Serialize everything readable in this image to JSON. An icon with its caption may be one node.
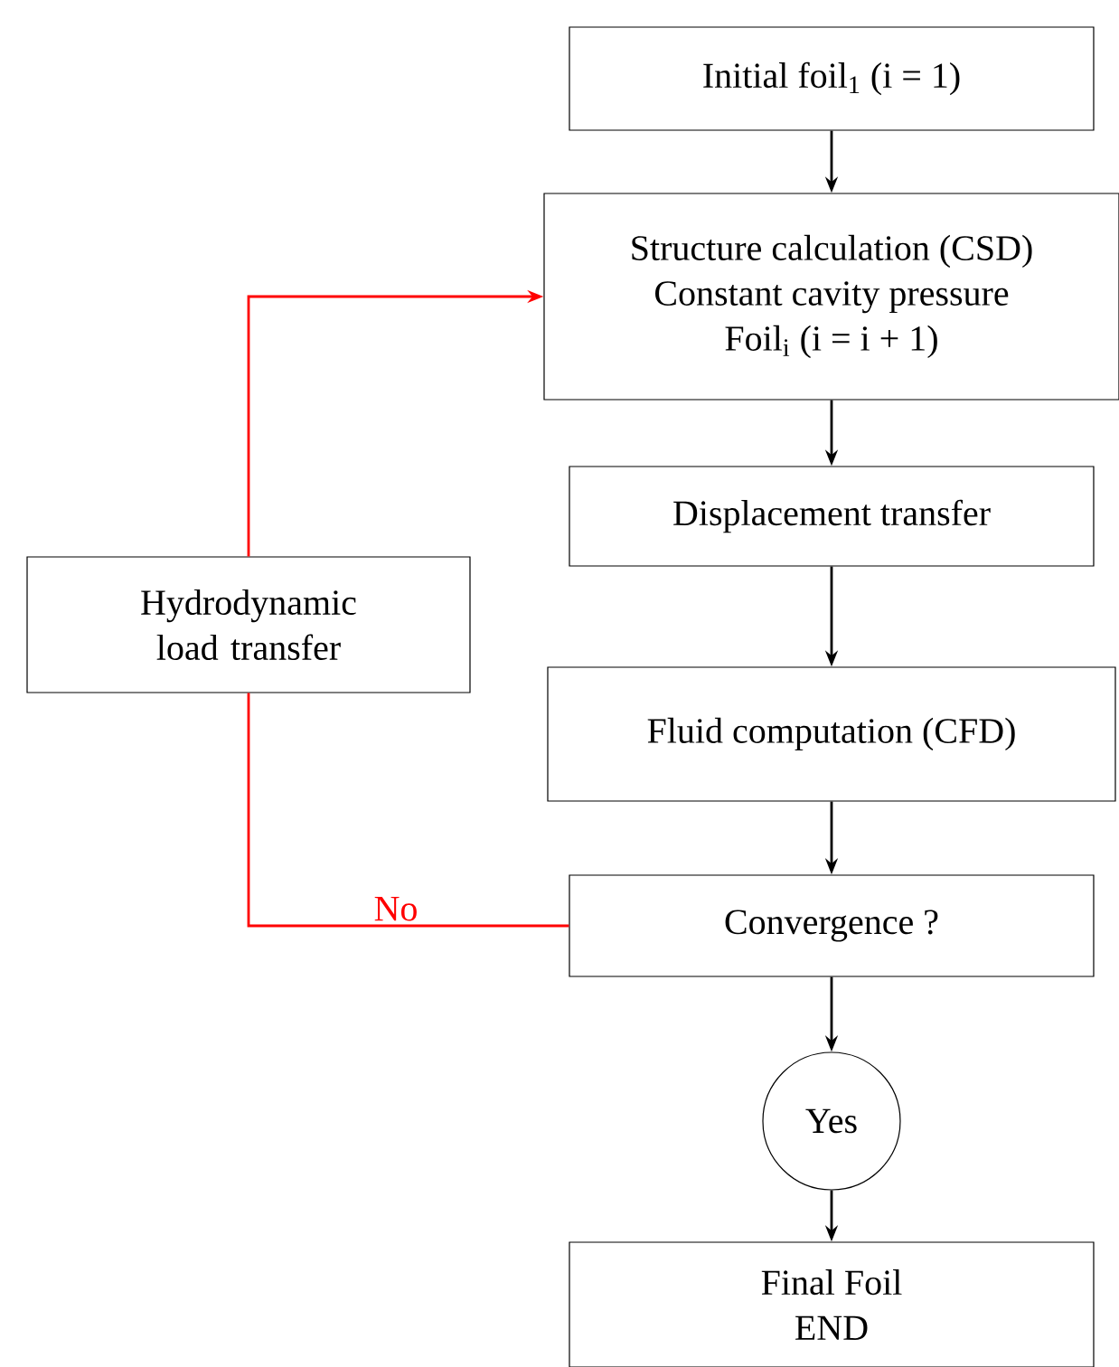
{
  "diagram": {
    "nodes": [
      {
        "text": [
          "Initial foil$_{1}$ (i = 1)"
        ]
      },
      {
        "text": [
          "Structure calculation (CSD)",
          "Constant cavity pressure",
          "Foil$_{i}$ (i = i + 1)"
        ]
      },
      {
        "text": [
          "Displacement transfer"
        ]
      },
      {
        "text": [
          "Fluid computation (CFD)"
        ]
      },
      {
        "text": [
          "Convergence ?"
        ]
      },
      {
        "text": [
          "Yes"
        ]
      },
      {
        "text": [
          "Final Foil",
          "END"
        ]
      },
      {
        "text": [
          "Hydrodynamic load transfer"
        ]
      }
    ],
    "edges": [
      {
        "from": 0,
        "to": 1,
        "arrow": "to"
      },
      {
        "from": 1,
        "to": 2,
        "arrow": "to"
      },
      {
        "from": 2,
        "to": 3,
        "arrow": "to"
      },
      {
        "from": 3,
        "to": 4,
        "arrow": "to"
      },
      {
        "from": 4,
        "to": 5,
        "arrow": "to"
      },
      {
        "from": 5,
        "to": 6,
        "arrow": "to"
      },
      {
        "from": 4,
        "to": 7,
        "arrow": "none",
        "label": "No",
        "color": "#ff0000"
      },
      {
        "from": 7,
        "to": 1,
        "arrow": "to",
        "color": "#ff0000"
      }
    ]
  }
}
